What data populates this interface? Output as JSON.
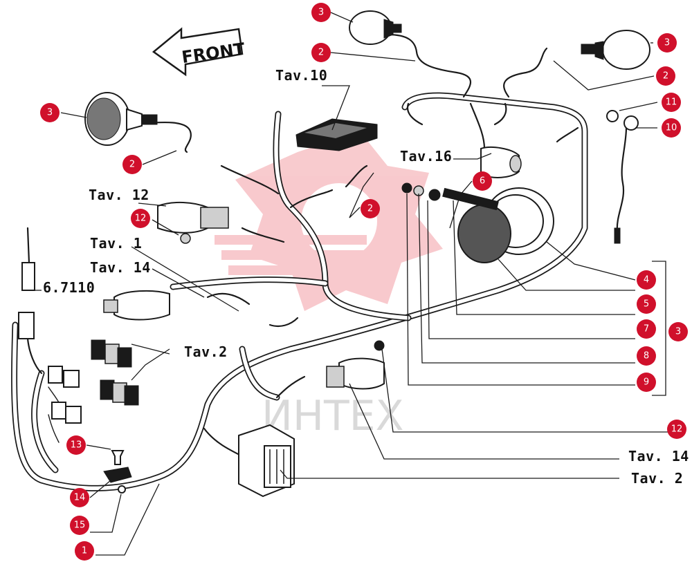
{
  "direction": {
    "label": "FRONT"
  },
  "references": {
    "tav10": "Tav.10",
    "tav16": "Tav.16",
    "tav12": "Tav. 12",
    "tav1": "Tav. 1",
    "tav14_left": "Tav. 14",
    "part_6_7110": "6.7110",
    "tav2_left": "Tav.2",
    "tav14_right": "Tav. 14",
    "tav2_right": "Tav. 2"
  },
  "callouts": [
    {
      "id": "c3-top",
      "label": "3"
    },
    {
      "id": "c2-top",
      "label": "2"
    },
    {
      "id": "c3-right-lamp",
      "label": "3"
    },
    {
      "id": "c2-right",
      "label": "2"
    },
    {
      "id": "c11",
      "label": "11"
    },
    {
      "id": "c10",
      "label": "10"
    },
    {
      "id": "c3-left",
      "label": "3"
    },
    {
      "id": "c2-left",
      "label": "2"
    },
    {
      "id": "c6",
      "label": "6"
    },
    {
      "id": "c2-center",
      "label": "2"
    },
    {
      "id": "c12-left",
      "label": "12"
    },
    {
      "id": "c4",
      "label": "4"
    },
    {
      "id": "c5",
      "label": "5"
    },
    {
      "id": "c7",
      "label": "7"
    },
    {
      "id": "c3-bracket",
      "label": "3"
    },
    {
      "id": "c8",
      "label": "8"
    },
    {
      "id": "c9",
      "label": "9"
    },
    {
      "id": "c12-right",
      "label": "12"
    },
    {
      "id": "c13",
      "label": "13"
    },
    {
      "id": "c14",
      "label": "14"
    },
    {
      "id": "c15",
      "label": "15"
    },
    {
      "id": "c1",
      "label": "1"
    }
  ],
  "watermark": {
    "text": "ИНТЕХ"
  }
}
